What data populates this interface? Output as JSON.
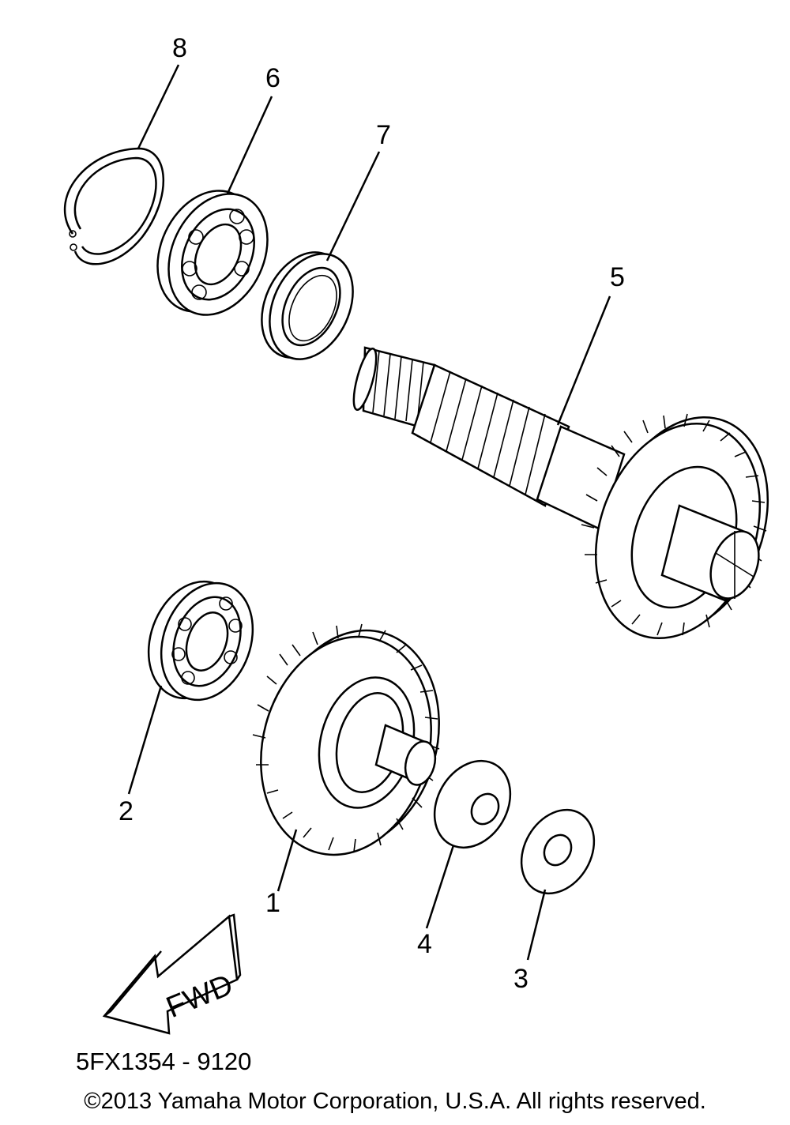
{
  "callouts": [
    "8",
    "6",
    "7",
    "5",
    "2",
    "1",
    "4",
    "3"
  ],
  "direction_label": "FWD",
  "part_code": "5FX1354 - 9120",
  "copyright": "©2013 Yamaha Motor Corporation, U.S.A. All rights reserved."
}
